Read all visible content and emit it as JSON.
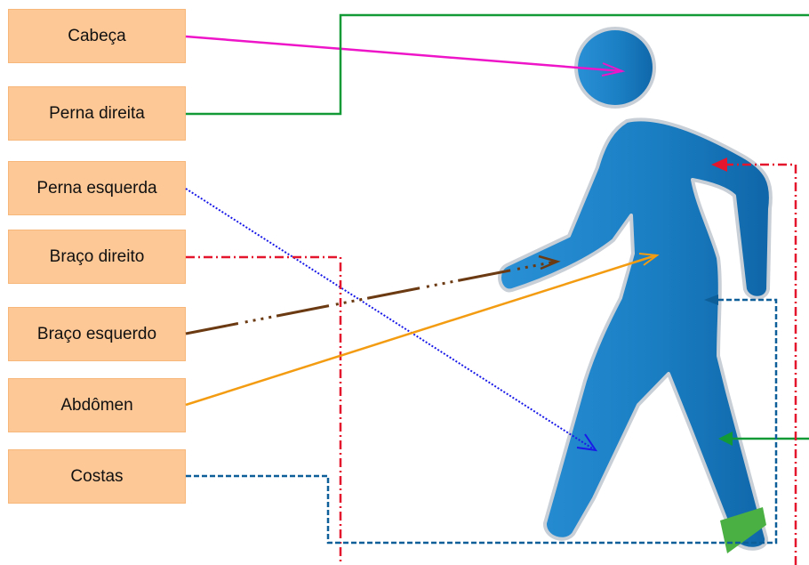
{
  "labels": [
    {
      "id": "cabeca",
      "text": "Cabeça"
    },
    {
      "id": "perna-direita",
      "text": "Perna direita"
    },
    {
      "id": "perna-esquerda",
      "text": "Perna esquerda"
    },
    {
      "id": "braco-direito",
      "text": "Braço direito"
    },
    {
      "id": "braco-esquerdo",
      "text": "Braço esquerdo"
    },
    {
      "id": "abdomen",
      "text": "Abdômen"
    },
    {
      "id": "costas",
      "text": "Costas"
    }
  ],
  "colors": {
    "label_fill": "#fdc796",
    "figure_fill": "#1b7fc4",
    "cabeca": "#ee14c8",
    "perna_direita": "#119a35",
    "perna_esquerda": "#1a1ae8",
    "braco_direito": "#e3162d",
    "braco_esquerdo": "#6b3a12",
    "abdomen": "#f39c12",
    "costas": "#0d5f9a"
  },
  "icons": {
    "figure": "walking-person-icon"
  }
}
